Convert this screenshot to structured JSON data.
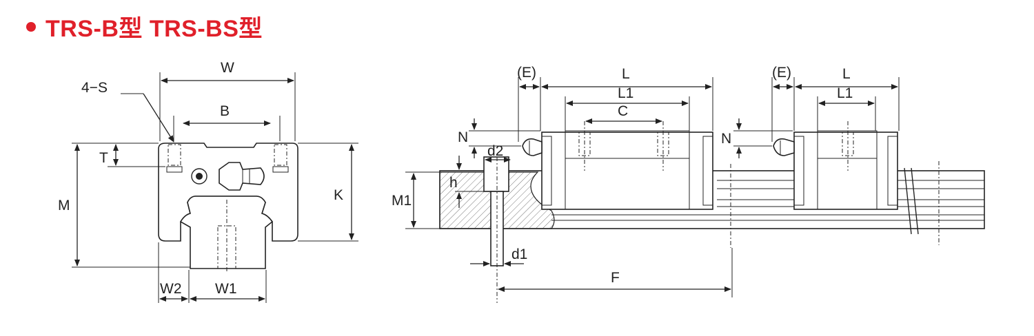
{
  "header": {
    "title": "TRS-B型 TRS-BS型",
    "accent_color": "#e0202a",
    "bullet_icon": "red-dot-bullet"
  },
  "front_view": {
    "labels": {
      "W": "W",
      "four_s": "4−S",
      "B": "B",
      "T": "T",
      "M": "M",
      "K": "K",
      "W2": "W2",
      "W1": "W1"
    }
  },
  "side_view": {
    "labels": {
      "E_left": "(E)",
      "L_left": "L",
      "L1_left": "L1",
      "C": "C",
      "N_left": "N",
      "d2": "d2",
      "h": "h",
      "M1": "M1",
      "d1": "d1",
      "F": "F",
      "E_right": "(E)",
      "L_right": "L",
      "L1_right": "L1",
      "N_right": "N"
    }
  }
}
